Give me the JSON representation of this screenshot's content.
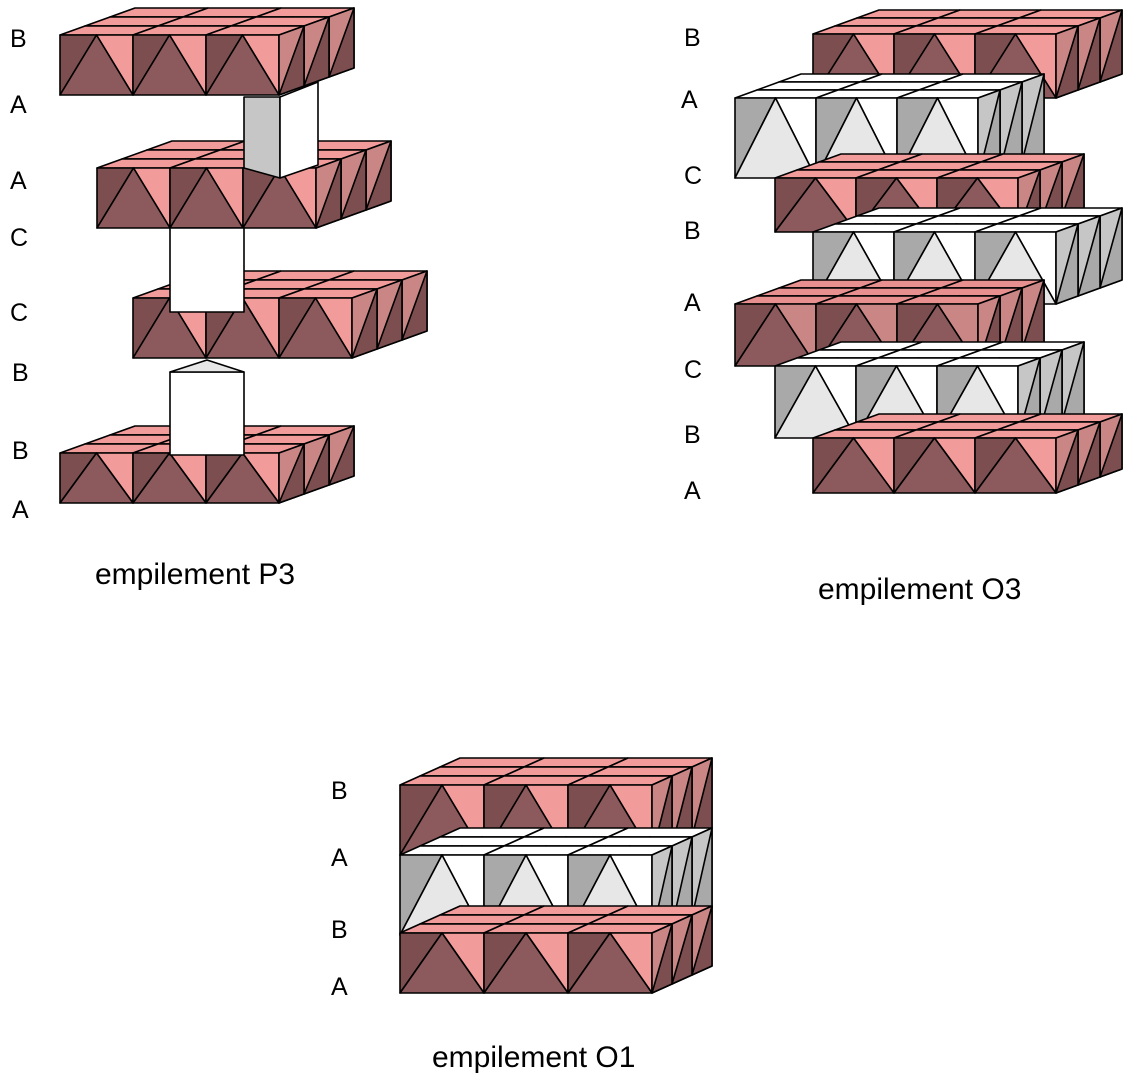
{
  "colors": {
    "pink_dark": "#7d4e50",
    "pink_mid": "#8c5a5c",
    "pink_light": "#f29b9b",
    "pink_soft": "#c98685",
    "pink_face": "#e8908f",
    "gray_dark": "#a9a9a9",
    "gray_mid": "#c6c6c6",
    "gray_light": "#e7e7e7",
    "white": "#ffffff",
    "outline": "#000000"
  },
  "diagrams": [
    {
      "id": "p3",
      "caption": "empilement P3",
      "layer_labels": [
        "B",
        "A",
        "A",
        "C",
        "C",
        "B",
        "B",
        "A"
      ],
      "interlayer_site": "prism"
    },
    {
      "id": "o3",
      "caption": "empilement O3",
      "layer_labels": [
        "B",
        "A",
        "C",
        "B",
        "A",
        "C",
        "B",
        "A"
      ],
      "interlayer_site": "octahedron"
    },
    {
      "id": "o1",
      "caption": "empilement O1",
      "layer_labels": [
        "B",
        "A",
        "B",
        "A"
      ],
      "interlayer_site": "octahedron"
    }
  ]
}
